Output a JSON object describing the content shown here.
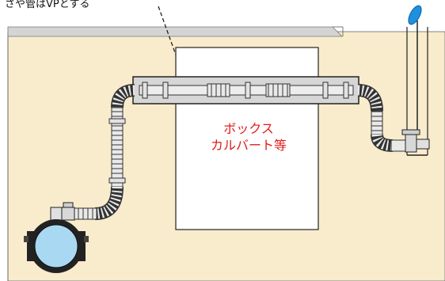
{
  "callout": {
    "text": "さや管はVPとする"
  },
  "box": {
    "line1": "ボックス",
    "line2": "カルバート等"
  },
  "colors": {
    "soil": "#f8eccc",
    "road": "#d4d4d4",
    "sleeve": "#d6d6d6",
    "pipe": "#e9e9e9",
    "water_main": "#a9d9f2",
    "label_red": "#e11a1a"
  },
  "icons": [
    "sleeve-pipe",
    "service-pipe",
    "water-main",
    "saddle-clamp",
    "stop-valve",
    "meter-box",
    "marker-post"
  ]
}
